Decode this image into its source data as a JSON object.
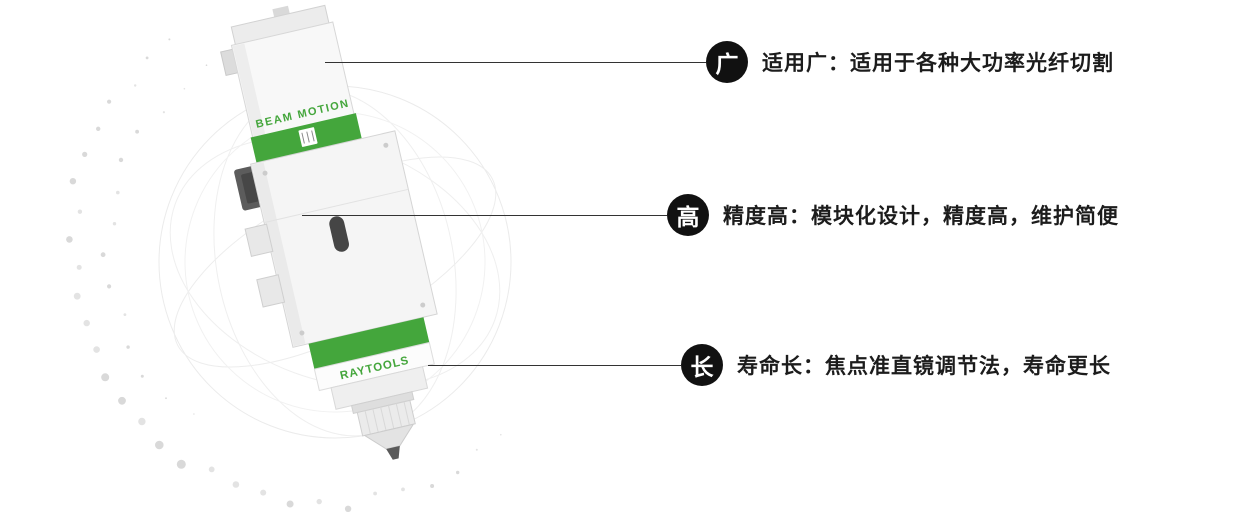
{
  "features": [
    {
      "badge": "广",
      "text": "适用广：适用于各种大功率光纤切割"
    },
    {
      "badge": "高",
      "text": "精度高：模块化设计，精度高，维护简便"
    },
    {
      "badge": "长",
      "text": "寿命长：焦点准直镜调节法，寿命更长"
    }
  ],
  "device": {
    "brand_top": "BEAM MOTION",
    "brand_bottom": "RAYTOOLS"
  },
  "colors": {
    "accent_green": "#44a63c",
    "badge_black": "#111111",
    "line": "#333333"
  }
}
